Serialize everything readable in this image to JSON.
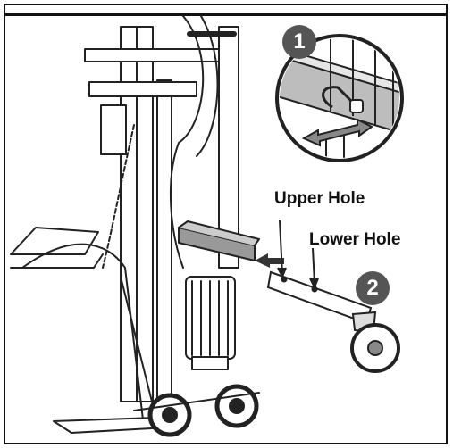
{
  "labels": {
    "upper_hole": "Upper Hole",
    "lower_hole": "Lower Hole"
  },
  "steps": {
    "step1": "1",
    "step2": "2"
  }
}
